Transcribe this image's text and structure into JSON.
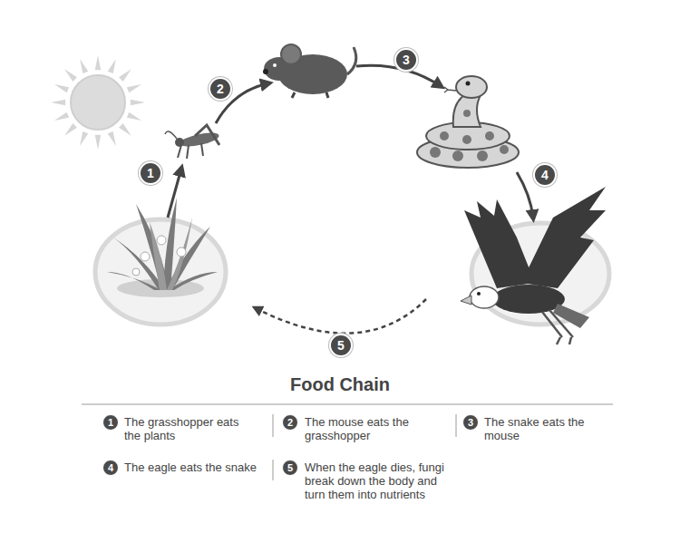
{
  "diagram": {
    "title": "Food Chain",
    "nodes": [
      {
        "text": [
          "1"
        ]
      },
      {
        "text": [
          "2"
        ]
      },
      {
        "text": [
          "3"
        ]
      },
      {
        "text": [
          "4"
        ]
      },
      {
        "text": [
          "5"
        ]
      },
      {
        "text": [
          "1"
        ]
      },
      {
        "text": [
          "2"
        ]
      },
      {
        "text": [
          "3"
        ]
      },
      {
        "text": [
          "4"
        ]
      },
      {
        "text": [
          "5"
        ]
      }
    ],
    "labels": [
      "The grasshopper eats the plants",
      "The mouse eats the grasshopper",
      "The snake eats the mouse",
      "The eagle eats the snake",
      "When the eagle dies, fungi break down the body and turn them into nutrients"
    ]
  }
}
